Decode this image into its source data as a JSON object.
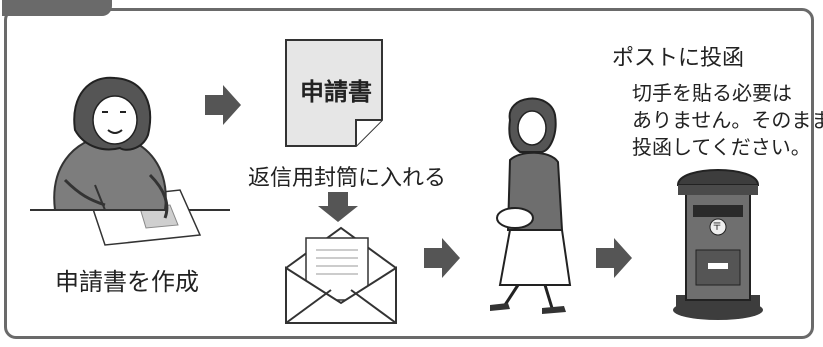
{
  "header": {
    "fragment_text": ""
  },
  "steps": {
    "fill_form": {
      "caption": "申請書を作成"
    },
    "document": {
      "title": "申請書"
    },
    "insert_envelope": {
      "caption": "返信用封筒に入れる"
    },
    "post": {
      "title": "ポストに投函",
      "note_line1": "切手を貼る必要は",
      "note_line2": "ありません。そのまま",
      "note_line3": "投函してください。"
    },
    "postbox": {
      "mark": "〒"
    }
  },
  "colors": {
    "frame": "#6a6a6a",
    "arrow": "#555555",
    "document_fill": "#e6e6e6",
    "postbox_dark": "#3d3d3d",
    "postbox_mid": "#6f6f6f"
  }
}
